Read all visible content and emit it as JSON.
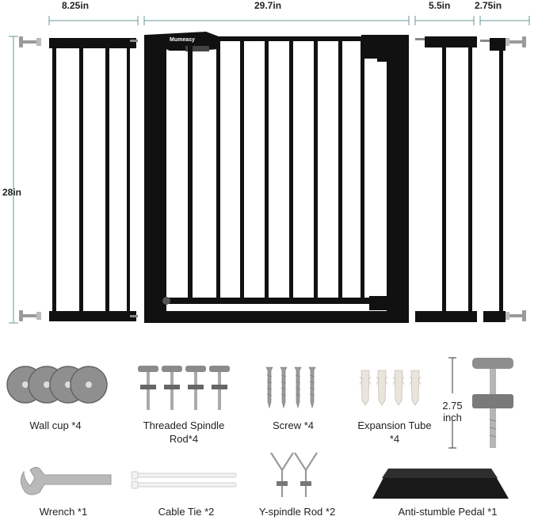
{
  "dimensions": {
    "panel_1_width": "8.25in",
    "gate_width": "29.7in",
    "panel_2_width": "5.5in",
    "panel_3_width": "2.75in",
    "height": "28in",
    "spindle_length": "2.75 inch"
  },
  "brand": "Mumeasy",
  "parts": [
    {
      "label": "Wall cup *4",
      "icon": "wall-cup-icon"
    },
    {
      "label": "Threaded Spindle Rod*4",
      "icon": "threaded-spindle-rod-icon"
    },
    {
      "label": "Screw *4",
      "icon": "screw-icon"
    },
    {
      "label": "Expansion Tube *4",
      "icon": "expansion-tube-icon"
    },
    {
      "label": "Wrench *1",
      "icon": "wrench-icon"
    },
    {
      "label": "Cable Tie *2",
      "icon": "cable-tie-icon"
    },
    {
      "label": "Y-spindle Rod *2",
      "icon": "y-spindle-rod-icon"
    },
    {
      "label": "Anti-stumble Pedal *1",
      "icon": "anti-stumble-pedal-icon"
    }
  ],
  "colors": {
    "gate": "#111111",
    "dimension_line": "#6a9a96",
    "part_gray": "#8a8a8a",
    "part_light": "#cfcfcf"
  }
}
